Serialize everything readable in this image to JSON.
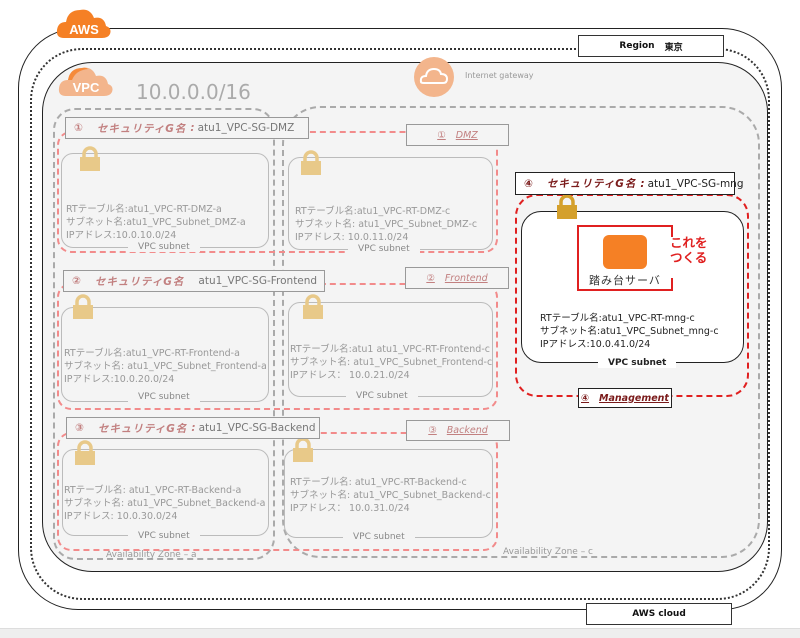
{
  "header": {
    "aws_logo": "AWS",
    "vpc_logo": "VPC",
    "vpc_cidr": "10.0.0.0/16",
    "region_label": "Region",
    "region_name": "東京",
    "aws_cloud_label": "AWS cloud",
    "internet_gateway": "Internet gateway"
  },
  "icons": {
    "aws": "cloud-icon",
    "vpc": "cloud-icon",
    "igw": "internet-gateway-icon",
    "subnet": "lock-icon",
    "server": "ec2-instance-icon"
  },
  "colors": {
    "aws_orange": "#f58025",
    "sg_dash": "#f28b8b",
    "mng_red": "#e02020",
    "lock": "#e8c989",
    "lock_mng": "#d4a02c",
    "vpc_bg": "#f4f4f4"
  },
  "availability_zones": [
    {
      "label": "Availability Zone – a"
    },
    {
      "label": "Availability Zone – c"
    }
  ],
  "security_groups": [
    {
      "num": "①",
      "title": "セキュリティG名",
      "sep": ":",
      "name": "atu1_VPC-SG-DMZ",
      "tag_num": "①",
      "tag": "DMZ"
    },
    {
      "num": "②",
      "title": "セキュリティG名",
      "sep": "",
      "name": "atu1_VPC-SG-Frontend",
      "tag_num": "②",
      "tag": "Frontend"
    },
    {
      "num": "③",
      "title": "セキュリティG名",
      "sep": ":",
      "name": "atu1_VPC-SG-Backend",
      "tag_num": "③",
      "tag": "Backend"
    },
    {
      "num": "④",
      "title": "セキュリティG名",
      "sep": ":",
      "name": "atu1_VPC-SG-mng",
      "tag_num": "④",
      "tag": "Management"
    }
  ],
  "subnets": [
    {
      "rt": "RTテーブル名:atu1_VPC-RT-DMZ-a",
      "subnet": "サブネット名:atu1_VPC_Subnet_DMZ-a",
      "ip": "IPアドレス:10.0.10.0/24",
      "caption": "VPC subnet"
    },
    {
      "rt": "RTテーブル名:atu1_VPC-RT-DMZ-c",
      "subnet": "サブネット名: atu1_VPC_Subnet_DMZ-c",
      "ip": "IPアドレス: 10.0.11.0/24",
      "caption": "VPC subnet"
    },
    {
      "rt": "RTテーブル名:atu1_VPC-RT-Frontend-a",
      "subnet": "サブネット名: atu1_VPC_Subnet_Frontend-a",
      "ip": "IPアドレス:10.0.20.0/24",
      "caption": "VPC subnet"
    },
    {
      "rt": "RTテーブル名:atu1 atu1_VPC-RT-Frontend-c",
      "subnet": "サブネット名: atu1_VPC_Subnet_Frontend-c",
      "ip": "IPアドレス： 10.0.21.0/24",
      "caption": "VPC subnet"
    },
    {
      "rt": "RTテーブル名: atu1_VPC-RT-Backend-a",
      "subnet": "サブネット名: atu1_VPC_Subnet_Backend-a",
      "ip": "IPアドレス: 10.0.30.0/24",
      "caption": "VPC subnet"
    },
    {
      "rt": "RTテーブル名: atu1_VPC-RT-Backend-c",
      "subnet": "サブネット名: atu1_VPC_Subnet_Backend-c",
      "ip": "IPアドレス： 10.0.31.0/24",
      "caption": "VPC subnet"
    },
    {
      "rt": "RTテーブル名:atu1_VPC-RT-mng-c",
      "subnet": "サブネット名:atu1_VPC_Subnet_mng-c",
      "ip": "IPアドレス:10.0.41.0/24",
      "caption": "VPC subnet"
    }
  ],
  "server": {
    "label": "踏み台サーバ",
    "note": "これを\nつくる"
  }
}
